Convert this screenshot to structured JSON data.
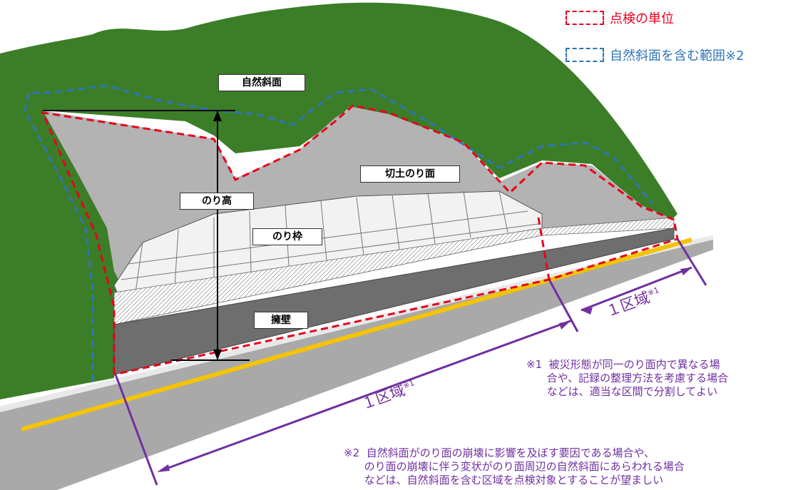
{
  "legend": {
    "inspection_unit": {
      "label": "点検の単位",
      "color": "#e8001c"
    },
    "natural_slope_range": {
      "label": "自然斜面を含む範囲※2",
      "color": "#2e75b6"
    }
  },
  "labels": {
    "natural_slope": "自然斜面",
    "cut_slope": "切土のり面",
    "slope_height": "のり高",
    "slope_frame": "のり枠",
    "retaining_wall": "擁壁"
  },
  "zones": {
    "zone_a": {
      "text": "１区域",
      "mark": "※1"
    },
    "zone_b": {
      "text": "１区域",
      "mark": "※1"
    }
  },
  "notes": {
    "note1": "※1  被災形態が同一のり面内で異なる場\n      合や、記録の整理方法を考慮する場合\n      などは、適当な区間で分割してよい",
    "note2": "※2  自然斜面がのり面の崩壊に影響を及ぼす要因である場合や、\n      のり面の崩壊に伴う変状がのり面周辺の自然斜面にあらわれる場合\n      などは、自然斜面を含む区域を点検対象とすることが望ましい"
  },
  "colors": {
    "vegetation": "#3c7d28",
    "slope": "#b3b3b3",
    "wall": "#6e6e6e",
    "road": "#a6a6a6",
    "centerline": "#f5c400",
    "dimension": "#7030a0"
  }
}
